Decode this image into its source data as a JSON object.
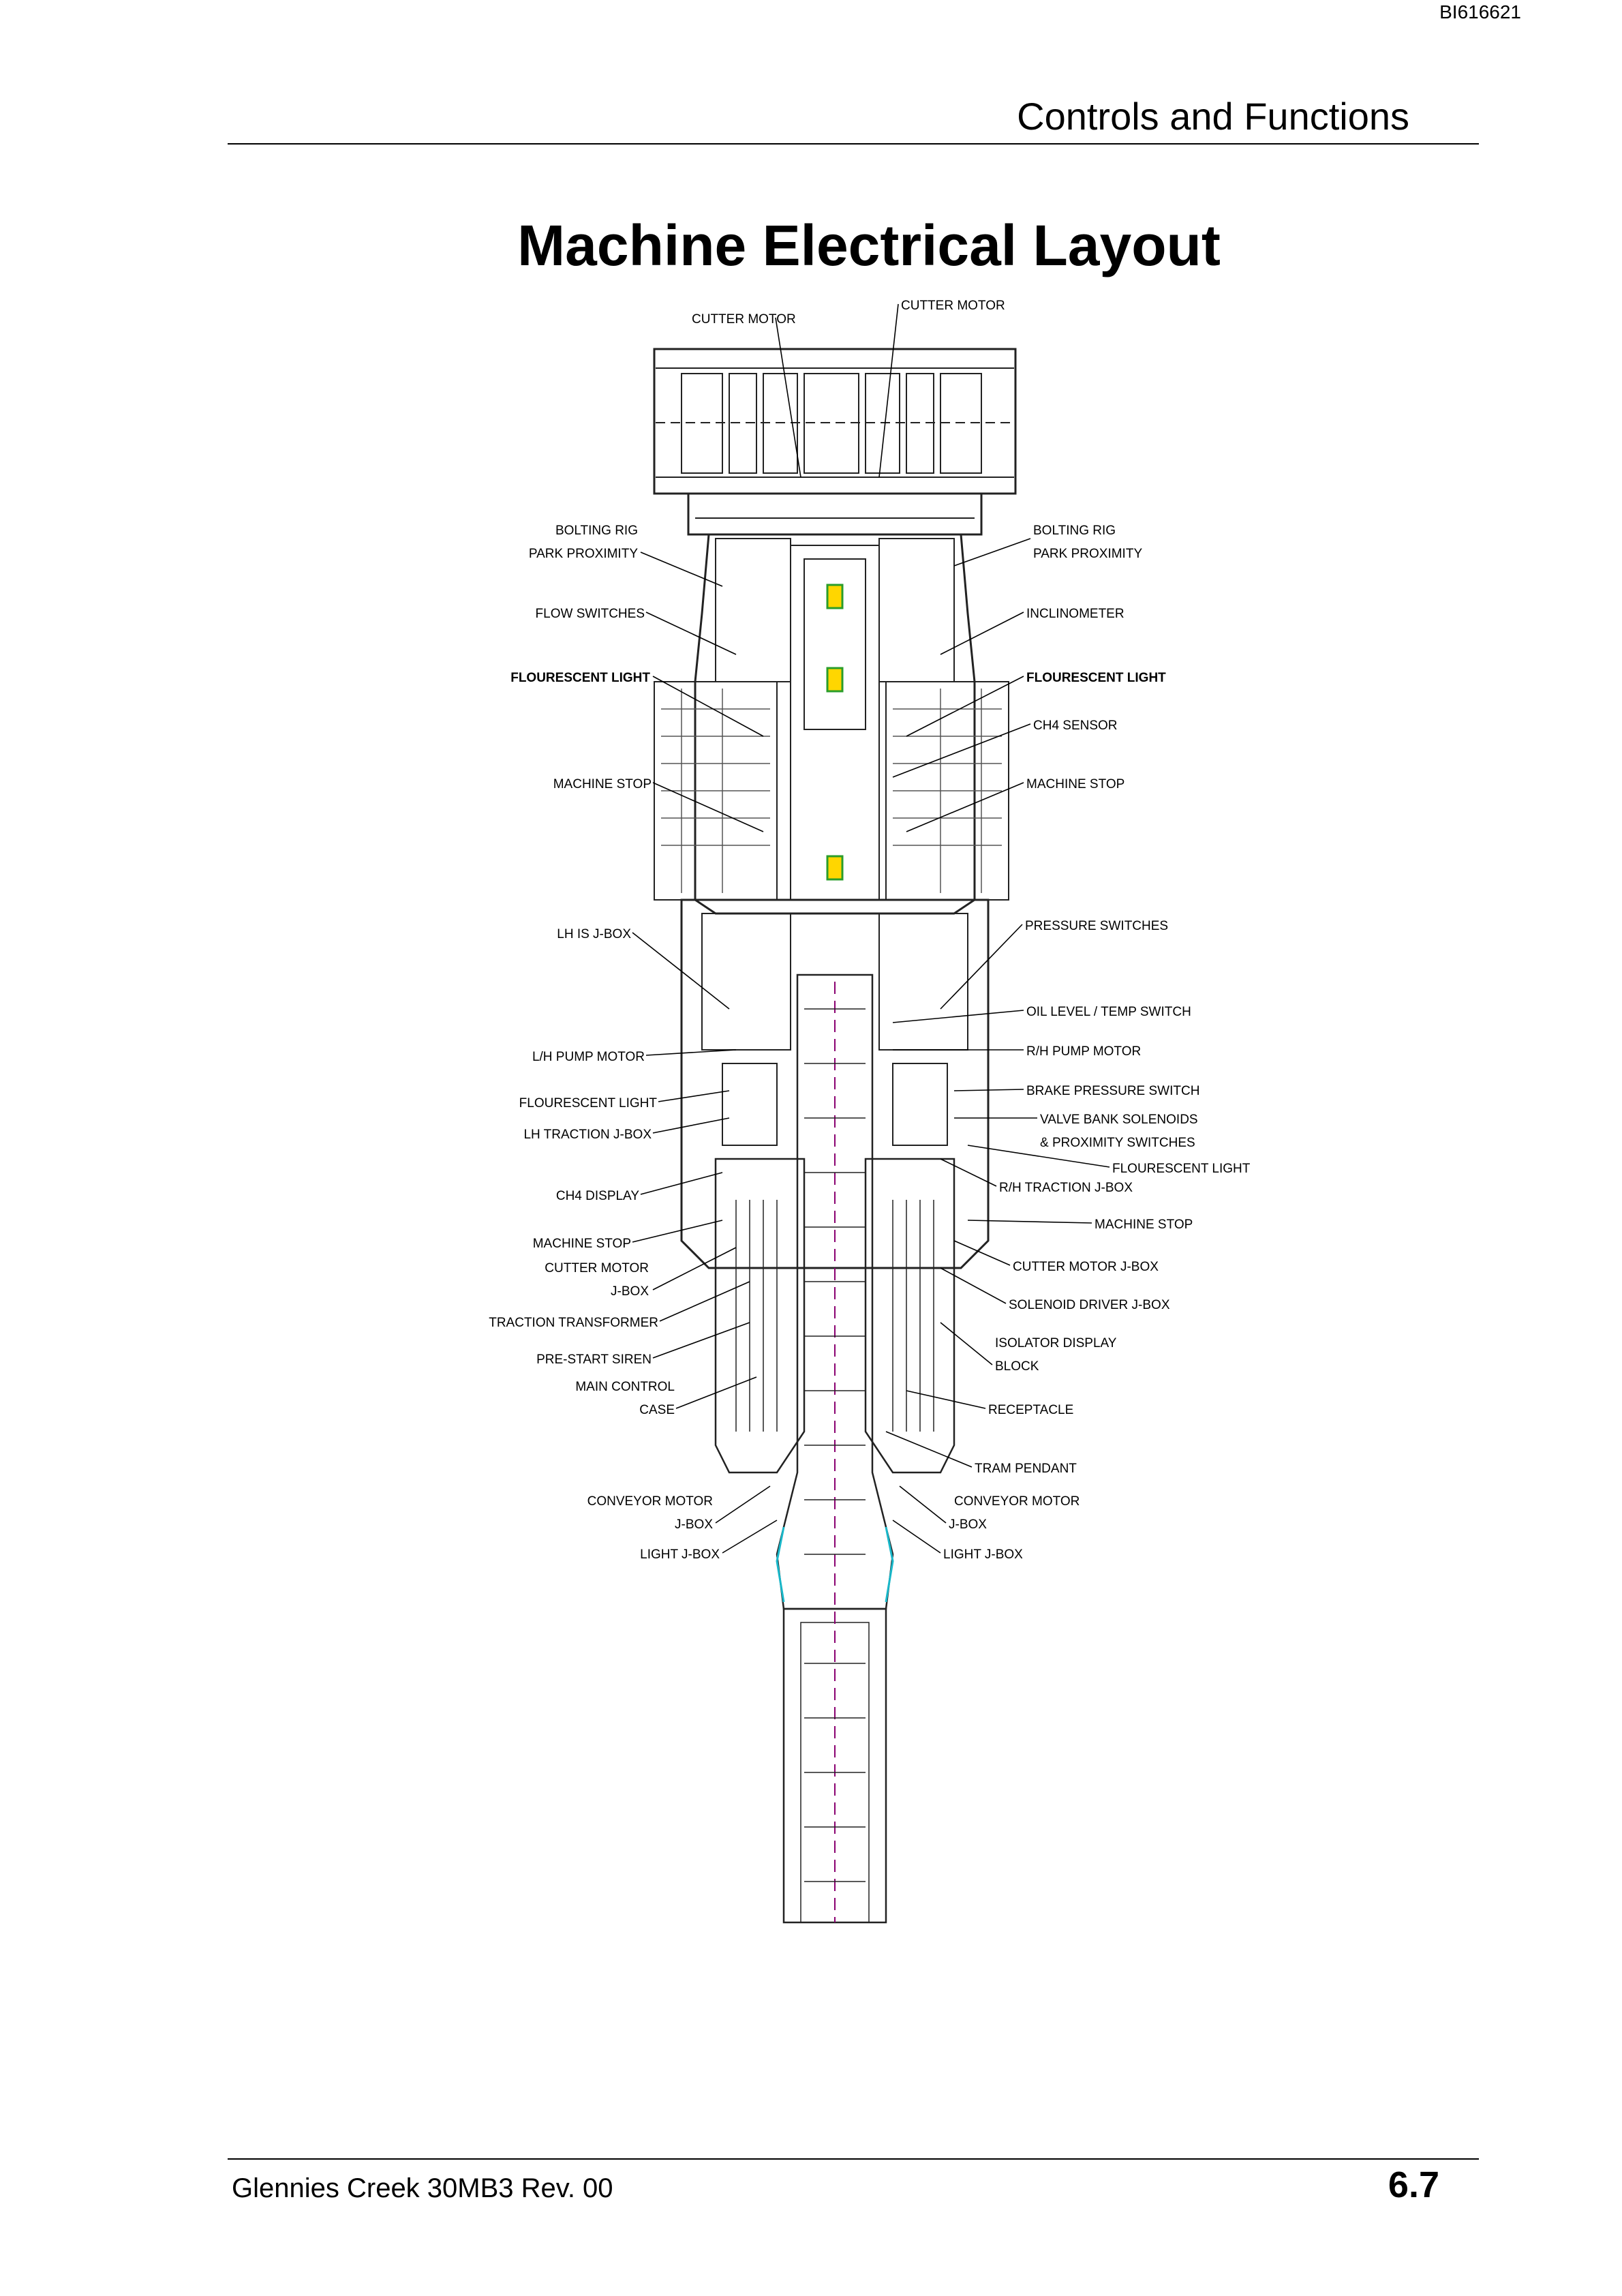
{
  "header": {
    "doc_id": "BI616621",
    "section_title": "Controls and Functions"
  },
  "page_title": "Machine Electrical Layout",
  "footer": {
    "left": "Glennies Creek 30MB3 Rev. 00",
    "page_number": "6.7"
  },
  "labels": {
    "cutter_motor_left": "CUTTER MOTOR",
    "cutter_motor_right": "CUTTER MOTOR",
    "bolting_rig_left_1": "BOLTING RIG",
    "bolting_rig_left_2": "PARK PROXIMITY",
    "bolting_rig_right_1": "BOLTING RIG",
    "bolting_rig_right_2": "PARK PROXIMITY",
    "flow_switches": "FLOW SWITCHES",
    "inclinometer": "INCLINOMETER",
    "fluorescent_light_left": "FLOURESCENT LIGHT",
    "fluorescent_light_right": "FLOURESCENT LIGHT",
    "ch4_sensor": "CH4 SENSOR",
    "machine_stop_left": "MACHINE STOP",
    "machine_stop_right": "MACHINE STOP",
    "lh_is_jbox": "LH IS J-BOX",
    "pressure_switches": "PRESSURE SWITCHES",
    "oil_level": "OIL LEVEL / TEMP SWITCH",
    "lh_pump_motor": "L/H PUMP MOTOR",
    "rh_pump_motor": "R/H PUMP MOTOR",
    "fluorescent_light_left_lower": "FLOURESCENT LIGHT",
    "brake_pressure": "BRAKE PRESSURE SWITCH",
    "lh_traction_jbox": "LH TRACTION J-BOX",
    "valve_bank_1": "VALVE BANK SOLENOIDS",
    "valve_bank_2": "& PROXIMITY SWITCHES",
    "fluorescent_light_right_lower": "FLOURESCENT LIGHT",
    "rh_traction_jbox": "R/H TRACTION J-BOX",
    "ch4_display": "CH4 DISPLAY",
    "machine_stop_right_lower": "MACHINE STOP",
    "machine_stop_left_lower": "MACHINE STOP",
    "cutter_motor_jbox_left_1": "CUTTER MOTOR",
    "cutter_motor_jbox_left_2": "J-BOX",
    "cutter_motor_jbox_right": "CUTTER MOTOR J-BOX",
    "solenoid_driver": "SOLENOID DRIVER J-BOX",
    "traction_transformer": "TRACTION TRANSFORMER",
    "isolator_display_1": "ISOLATOR DISPLAY",
    "isolator_display_2": "BLOCK",
    "pre_start_siren": "PRE-START SIREN",
    "main_control_1": "MAIN CONTROL",
    "main_control_2": "CASE",
    "receptacle": "RECEPTACLE",
    "tram_pendant": "TRAM PENDANT",
    "conveyor_motor_left_1": "CONVEYOR MOTOR",
    "conveyor_motor_left_2": "J-BOX",
    "conveyor_motor_right_1": "CONVEYOR MOTOR",
    "conveyor_motor_right_2": "J-BOX",
    "light_jbox_left": "LIGHT J-BOX",
    "light_jbox_right": "LIGHT J-BOX"
  }
}
